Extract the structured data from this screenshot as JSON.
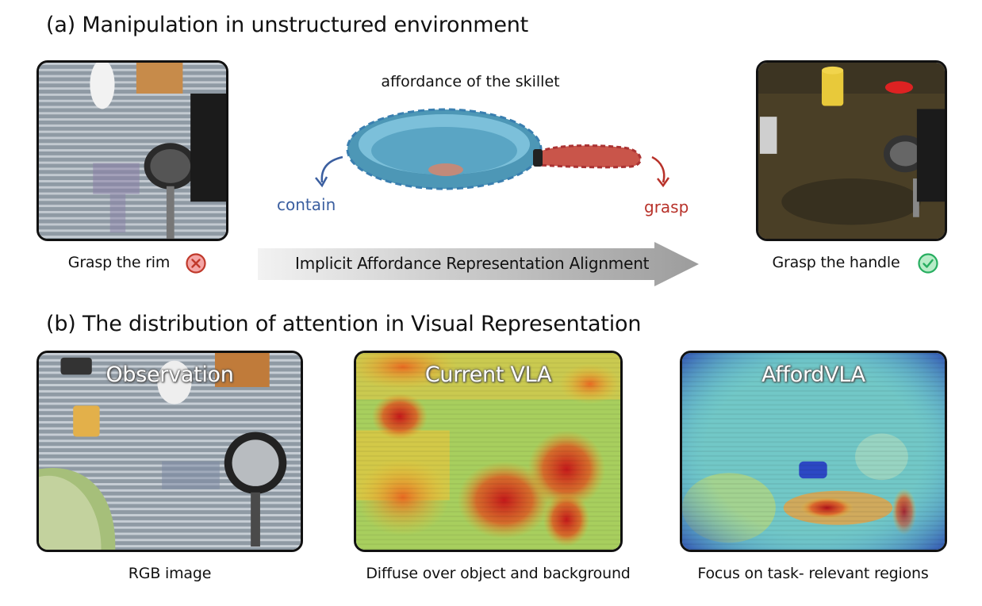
{
  "section_a": {
    "title": "(a)  Manipulation in unstructured environment",
    "left_caption": "Grasp the rim",
    "left_status": "cross-icon",
    "right_caption": "Grasp the handle",
    "right_status": "check-icon",
    "center_title": "affordance of the skillet",
    "contain_label": "contain",
    "grasp_label": "grasp",
    "arrow_text": "Implicit Affordance Representation Alignment"
  },
  "section_b": {
    "title": "(b) The distribution of attention in Visual Representation",
    "panels": [
      {
        "overlay": "Observation",
        "caption": "RGB image"
      },
      {
        "overlay": "Current VLA",
        "caption": "Diffuse over object and background"
      },
      {
        "overlay": "AffordVLA",
        "caption": "Focus on task- relevant regions"
      }
    ]
  },
  "colors": {
    "contain": "#3b5fa0",
    "grasp": "#b8322a",
    "cross_fill": "#f4a5a5",
    "cross_stroke": "#c0392b",
    "check_fill": "#b8ecc8",
    "check_stroke": "#27ae60",
    "skillet_body": "#5aa5c4",
    "skillet_handle": "#c9554a"
  }
}
